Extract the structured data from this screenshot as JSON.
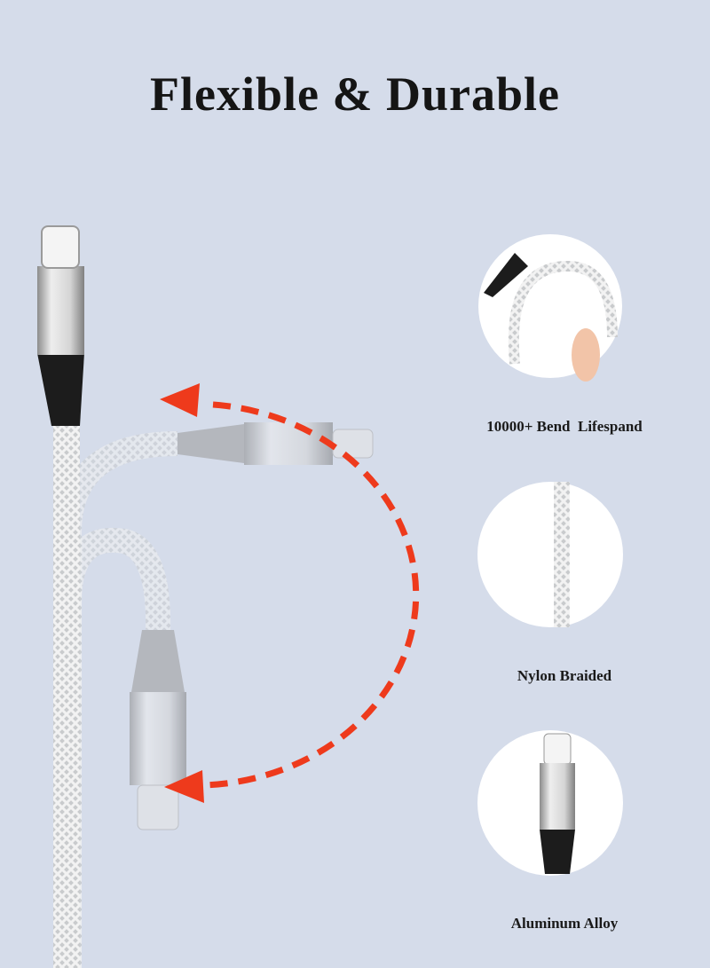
{
  "title": "Flexible & Durable",
  "features": [
    {
      "label": "10000+ Bend  Lifespand"
    },
    {
      "label": "Nylon Braided"
    },
    {
      "label": "Aluminum Alloy"
    }
  ],
  "colors": {
    "background": "#d5dcea",
    "arrow": "#ee3a1c"
  }
}
